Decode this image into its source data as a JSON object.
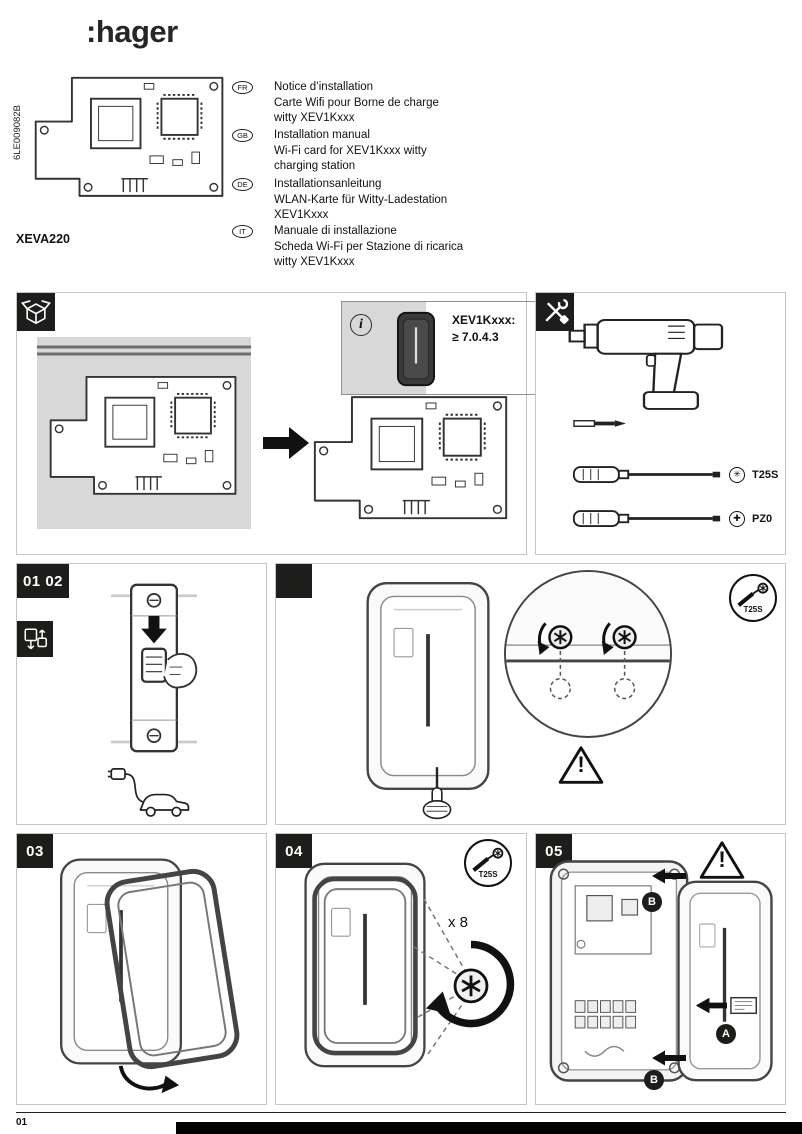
{
  "header": {
    "brand": ":hager",
    "board_code": "6LE009082B",
    "product_ref": "XEVA220",
    "languages": [
      {
        "code": "FR",
        "lines": [
          "Notice d’installation",
          "Carte Wifi  pour Borne de charge",
          "witty XEV1Kxxx"
        ]
      },
      {
        "code": "GB",
        "lines": [
          "Installation manual",
          "Wi-Fi card for XEV1Kxxx witty",
          "charging station"
        ]
      },
      {
        "code": "DE",
        "lines": [
          "Installationsanleitung",
          "WLAN-Karte für Witty-Ladestation",
          "XEV1Kxxx"
        ]
      },
      {
        "code": "IT",
        "lines": [
          "Manuale di installazione",
          "Scheda Wi-Fi per Stazione di ricarica",
          "witty XEV1Kxxx"
        ]
      }
    ]
  },
  "package_panel": {
    "info_title": "XEV1Kxxx:",
    "info_version": "≥ 7.0.4.3"
  },
  "tools_panel": {
    "torx_label": "T25S",
    "pozidriv_label": "PZ0"
  },
  "steps": {
    "s01": {
      "badge": "01 02"
    },
    "s02": {
      "badge": "",
      "torx_label": "T25S"
    },
    "s03": {
      "badge": "03"
    },
    "s04": {
      "badge": "04",
      "torx_label": "T25S",
      "screw_count": "x 8"
    },
    "s05": {
      "badge": "05",
      "label_a": "A",
      "label_b_top": "B",
      "label_b_bottom": "B"
    }
  },
  "footer": {
    "page_number": "01"
  },
  "icons": {
    "info_glyph": "i",
    "warning_glyph": "!",
    "torx_glyph": "✳",
    "pozidriv_glyph": "✚",
    "package_icon": "open-box",
    "tools_icon": "crossed-tools",
    "disconnect_icon": "unplug-module"
  },
  "colors": {
    "badge_bg": "#1d1d1b",
    "panel_border": "#c6c6c6",
    "inset_grey": "#d8d8d8",
    "footer_bar": "#000000"
  }
}
